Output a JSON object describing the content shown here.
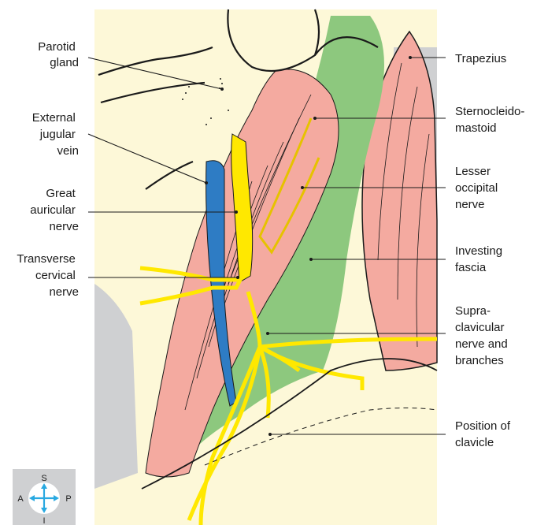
{
  "figure": {
    "labels": {
      "parotid_gland": [
        "Parotid",
        "gland"
      ],
      "external_jugular_vein": [
        "External",
        "jugular",
        "vein"
      ],
      "great_auricular_nerve": [
        "Great",
        "auricular",
        "nerve"
      ],
      "transverse_cervical_nerve": [
        "Transverse",
        "cervical",
        "nerve"
      ],
      "trapezius": [
        "Trapezius"
      ],
      "sternocleidomastoid": [
        "Sternocleido-",
        "mastoid"
      ],
      "lesser_occipital_nerve": [
        "Lesser",
        "occipital",
        "nerve"
      ],
      "investing_fascia": [
        "Investing",
        "fascia"
      ],
      "supraclavicular_nerve": [
        "Supra-",
        "clavicular",
        "nerve and",
        "branches"
      ],
      "position_of_clavicle": [
        "Position of",
        "clavicle"
      ]
    },
    "compass": {
      "top": "S",
      "left": "A",
      "right": "P",
      "bottom": "I"
    },
    "colors": {
      "skin": "#fdf8d8",
      "muscle": "#f4aaa0",
      "fascia": "#8dc87e",
      "vein": "#2e7cc4",
      "nerve": "#ffe800",
      "background_grey": "#cfd0d2",
      "compass_arrow": "#29a9e1"
    }
  }
}
